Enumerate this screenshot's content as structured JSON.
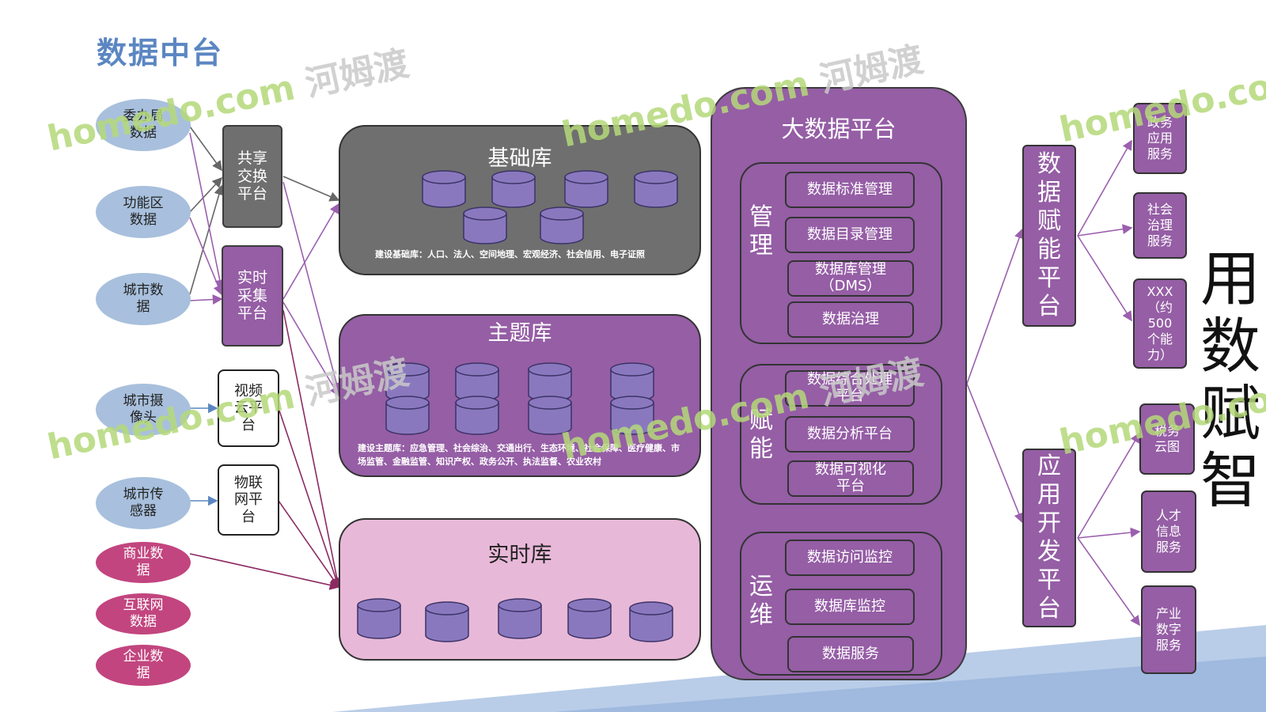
{
  "title": "数据中台",
  "sources": [
    {
      "label": "委办局\n数据"
    },
    {
      "label": "功能区\n数据"
    },
    {
      "label": "城市数\n据"
    },
    {
      "label": "城市摄\n像头"
    },
    {
      "label": "城市传\n感器"
    },
    {
      "label": "商业数\n据"
    },
    {
      "label": "互联网\n数据"
    },
    {
      "label": "企业数\n据"
    }
  ],
  "collect": {
    "exchange": "共享\n交换\n平台",
    "realtime": "实时\n采集\n平台",
    "video": "视频\n云平\n台",
    "iot": "物联\n网平\n台"
  },
  "libraries": {
    "base": {
      "title": "基础库",
      "note": "建设基础库：人口、法人、空间地理、宏观经济、社会信用、电子证照"
    },
    "theme": {
      "title": "主题库",
      "note": "建设主题库：应急管理、社会综治、交通出行、生态环境、社会保障、医疗健康、市场监管、金融监管、知识产权、政务公开、执法监督、农业农村"
    },
    "realtime": {
      "title": "实时库"
    }
  },
  "bigdata": {
    "title": "大数据平台",
    "manage": {
      "label": "管\n理",
      "items": [
        "数据标准管理",
        "数据目录管理",
        "数据库管理\n（DMS）",
        "数据治理"
      ]
    },
    "empower": {
      "label": "赋\n能",
      "items": [
        "数据综合处理\n平台",
        "数据分析平台",
        "数据可视化\n平台"
      ]
    },
    "ops": {
      "label": "运\n维",
      "items": [
        "数据访问监控",
        "数据库监控",
        "数据服务"
      ]
    }
  },
  "data_empower": "数\n据\n赋\n能\n平\n台",
  "app_dev": "应\n用\n开\n发\n平\n台",
  "services_top": [
    "政务\n应用\n服务",
    "社会\n治理\n服务",
    "XXX\n（约\n500\n个能\n力）"
  ],
  "services_bottom": [
    "税务\n云图",
    "人才\n信息\n服务",
    "产业\n数字\n服务"
  ],
  "right_label": "用\n数\n赋\n智",
  "watermark": {
    "en": "homedo.com",
    "cn": "河姆渡"
  },
  "colors": {
    "purple": "#955ea5",
    "gray": "#6f6f6f",
    "pink_lib": "#e8b8d8",
    "source_blue": "#a8c0dd",
    "source_pink": "#c2457f"
  }
}
